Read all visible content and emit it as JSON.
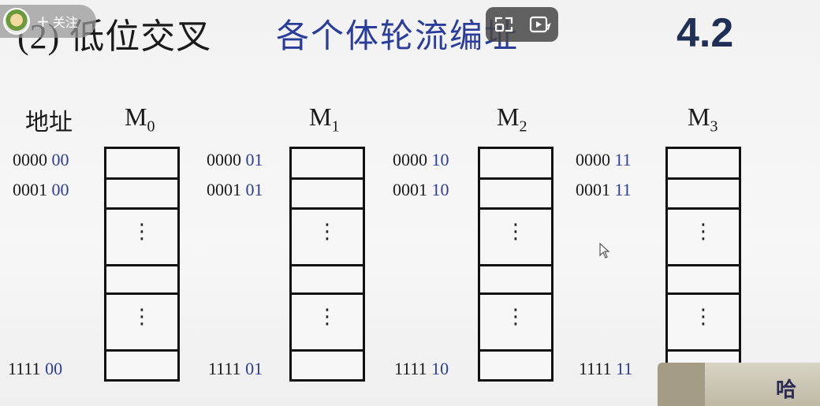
{
  "title": {
    "left": "(2) 低位交叉",
    "center": "各个体轮流编址",
    "section": "4.2"
  },
  "overlay": {
    "follow_plus": "+",
    "follow_label": "关注",
    "icons": [
      "avatar",
      "pip-icon",
      "video-play-icon"
    ]
  },
  "diagram": {
    "address_header": "地址",
    "modules": [
      {
        "name": "M",
        "sub": "0",
        "addresses": [
          {
            "high": "0000",
            "low": "00"
          },
          {
            "high": "0001",
            "low": "00"
          },
          {
            "high": "1111",
            "low": "00"
          }
        ]
      },
      {
        "name": "M",
        "sub": "1",
        "addresses": [
          {
            "high": "0000",
            "low": "01"
          },
          {
            "high": "0001",
            "low": "01"
          },
          {
            "high": "1111",
            "low": "01"
          }
        ]
      },
      {
        "name": "M",
        "sub": "2",
        "addresses": [
          {
            "high": "0000",
            "low": "10"
          },
          {
            "high": "0001",
            "low": "10"
          },
          {
            "high": "1111",
            "low": "10"
          }
        ]
      },
      {
        "name": "M",
        "sub": "3",
        "addresses": [
          {
            "high": "0000",
            "low": "11"
          },
          {
            "high": "0001",
            "low": "11"
          },
          {
            "high": "1111",
            "low": "11"
          }
        ]
      }
    ],
    "ellipsis": "⋮"
  },
  "webcam": {
    "visible_text": "哈"
  },
  "colors": {
    "title_blue": "#2a3d9a",
    "section_navy": "#1f2f55",
    "low_bits_blue": "#2a3d9a"
  }
}
